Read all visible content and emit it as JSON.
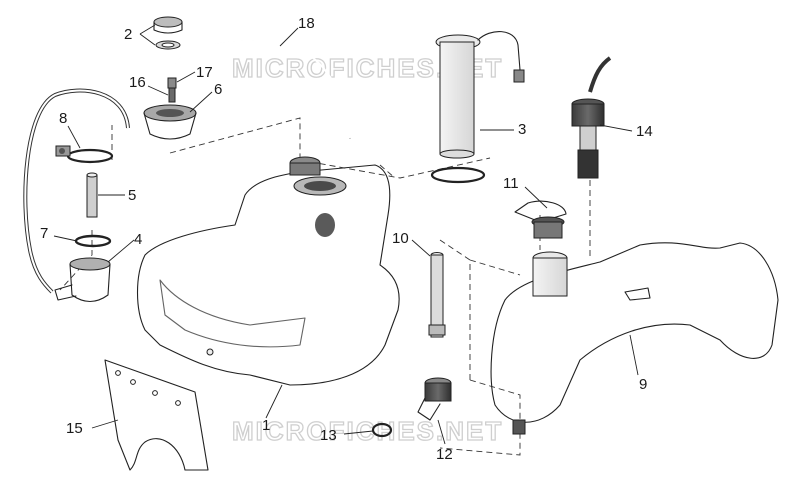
{
  "watermark": {
    "text": "MICROFICHES.NET"
  },
  "labels": [
    {
      "id": "1",
      "text": "1"
    },
    {
      "id": "2",
      "text": "2"
    },
    {
      "id": "3",
      "text": "3"
    },
    {
      "id": "4",
      "text": "4"
    },
    {
      "id": "5",
      "text": "5"
    },
    {
      "id": "6",
      "text": "6"
    },
    {
      "id": "7",
      "text": "7"
    },
    {
      "id": "8",
      "text": "8"
    },
    {
      "id": "9",
      "text": "9"
    },
    {
      "id": "10",
      "text": "10"
    },
    {
      "id": "11",
      "text": "11"
    },
    {
      "id": "12",
      "text": "12"
    },
    {
      "id": "13",
      "text": "13"
    },
    {
      "id": "14",
      "text": "14"
    },
    {
      "id": "15",
      "text": "15"
    },
    {
      "id": "16",
      "text": "16"
    },
    {
      "id": "17",
      "text": "17"
    },
    {
      "id": "18",
      "text": "18"
    }
  ]
}
